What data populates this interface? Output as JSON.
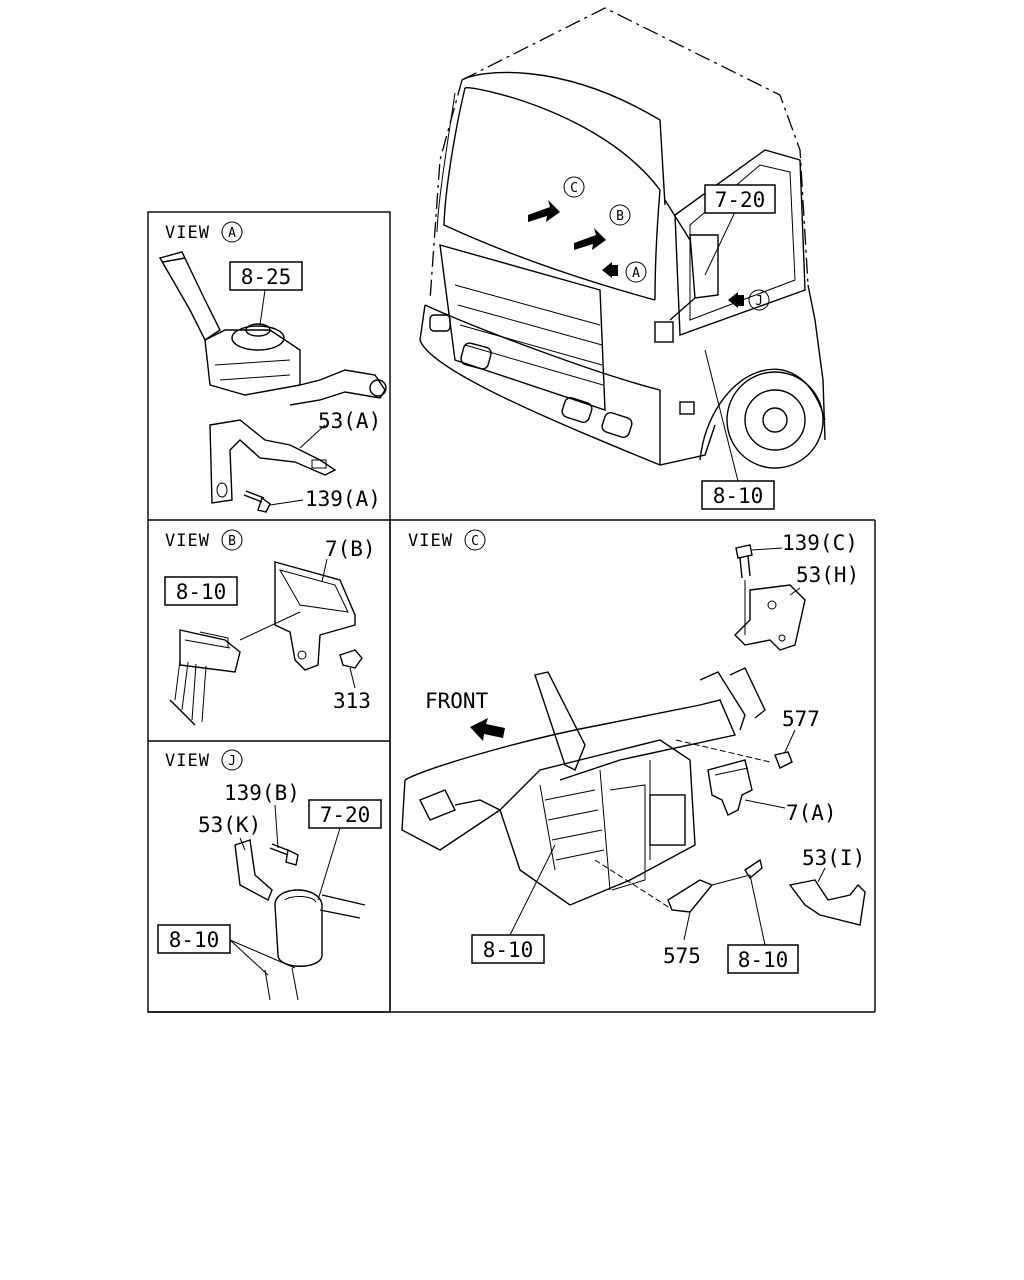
{
  "panels": {
    "view_a": {
      "title": "VIEW",
      "letter": "A"
    },
    "view_b": {
      "title": "VIEW",
      "letter": "B"
    },
    "view_c": {
      "title": "VIEW",
      "letter": "C"
    },
    "view_j": {
      "title": "VIEW",
      "letter": "J"
    }
  },
  "cab": {
    "markers": [
      "C",
      "B",
      "A",
      "J"
    ],
    "ref_7_20": "7-20",
    "ref_8_10": "8-10"
  },
  "view_a_labels": {
    "ref": "8-25",
    "bracket": "53(A)",
    "bolt": "139(A)"
  },
  "view_b_labels": {
    "ref": "8-10",
    "bracket": "7(B)",
    "clip": "313"
  },
  "view_j_labels": {
    "bolt": "139(B)",
    "bracket": "53(K)",
    "ref_7_20": "7-20",
    "ref_8_10": "8-10"
  },
  "view_c_labels": {
    "bolt": "139(C)",
    "bracket_h": "53(H)",
    "front": "FRONT",
    "nut": "577",
    "bracket_7a": "7(A)",
    "bracket_i": "53(I)",
    "ref_left": "8-10",
    "part_575": "575",
    "ref_right": "8-10"
  }
}
